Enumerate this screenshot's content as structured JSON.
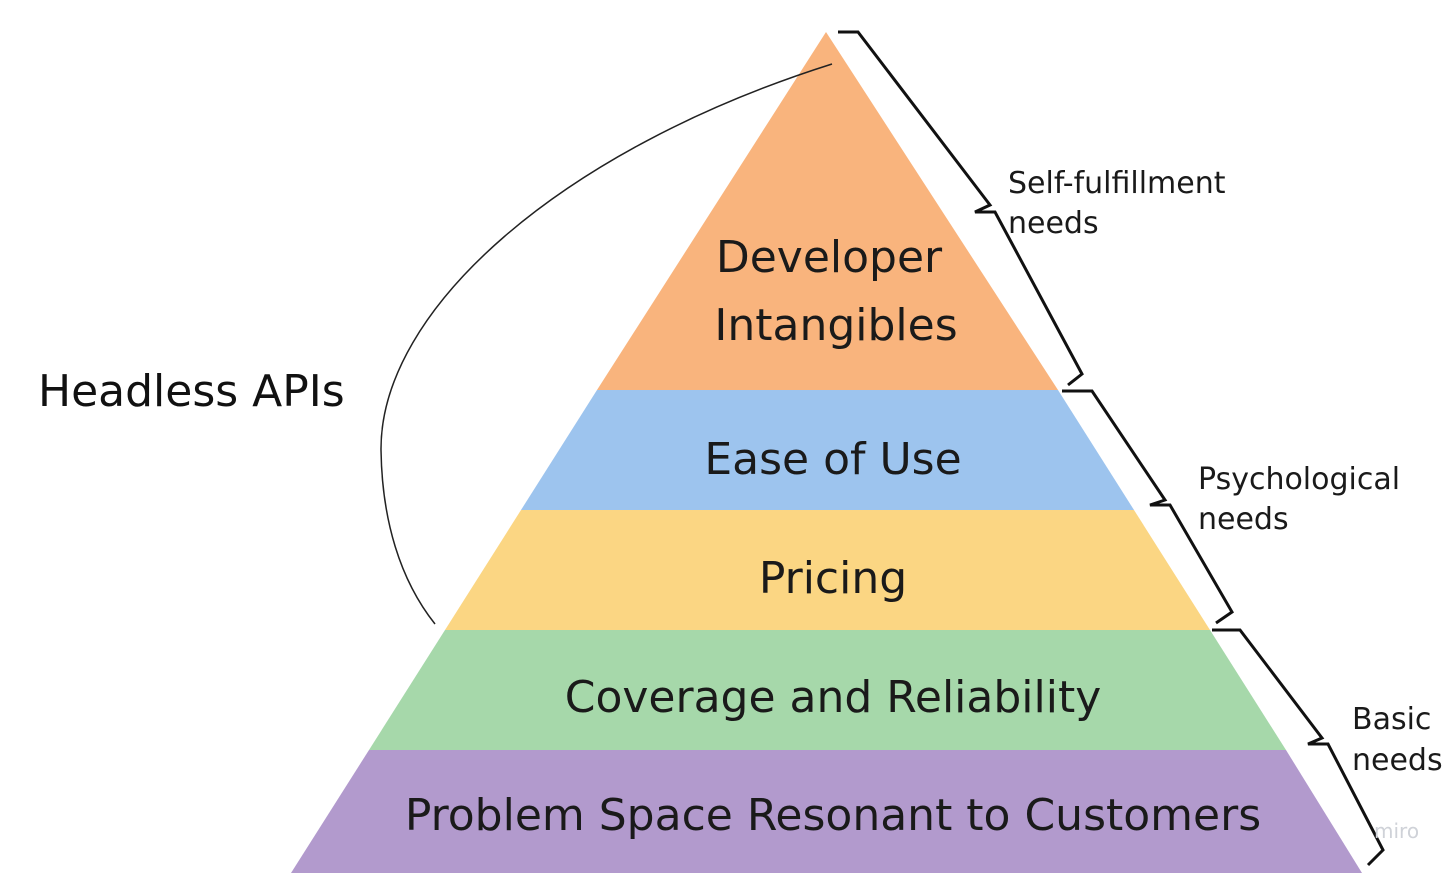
{
  "tiers": [
    {
      "id": "developer-intangibles",
      "lines": [
        "Developer",
        "Intangibles"
      ],
      "color": "#F9B47D"
    },
    {
      "id": "ease-of-use",
      "lines": [
        "Ease of Use"
      ],
      "color": "#9DC4EE"
    },
    {
      "id": "pricing",
      "lines": [
        "Pricing"
      ],
      "color": "#FBD683"
    },
    {
      "id": "coverage-reliability",
      "lines": [
        "Coverage and Reliability"
      ],
      "color": "#A6D8AA"
    },
    {
      "id": "problem-space",
      "lines": [
        "Problem Space Resonant to Customers"
      ],
      "color": "#B29ACD"
    }
  ],
  "brackets": [
    {
      "id": "self-fulfillment",
      "lines": [
        "Self-fulfillment",
        "needs"
      ]
    },
    {
      "id": "psychological",
      "lines": [
        "Psychological",
        "needs"
      ]
    },
    {
      "id": "basic",
      "lines": [
        "Basic",
        "needs"
      ]
    }
  ],
  "annotation": {
    "label": "Headless APIs"
  },
  "watermark": "miro"
}
